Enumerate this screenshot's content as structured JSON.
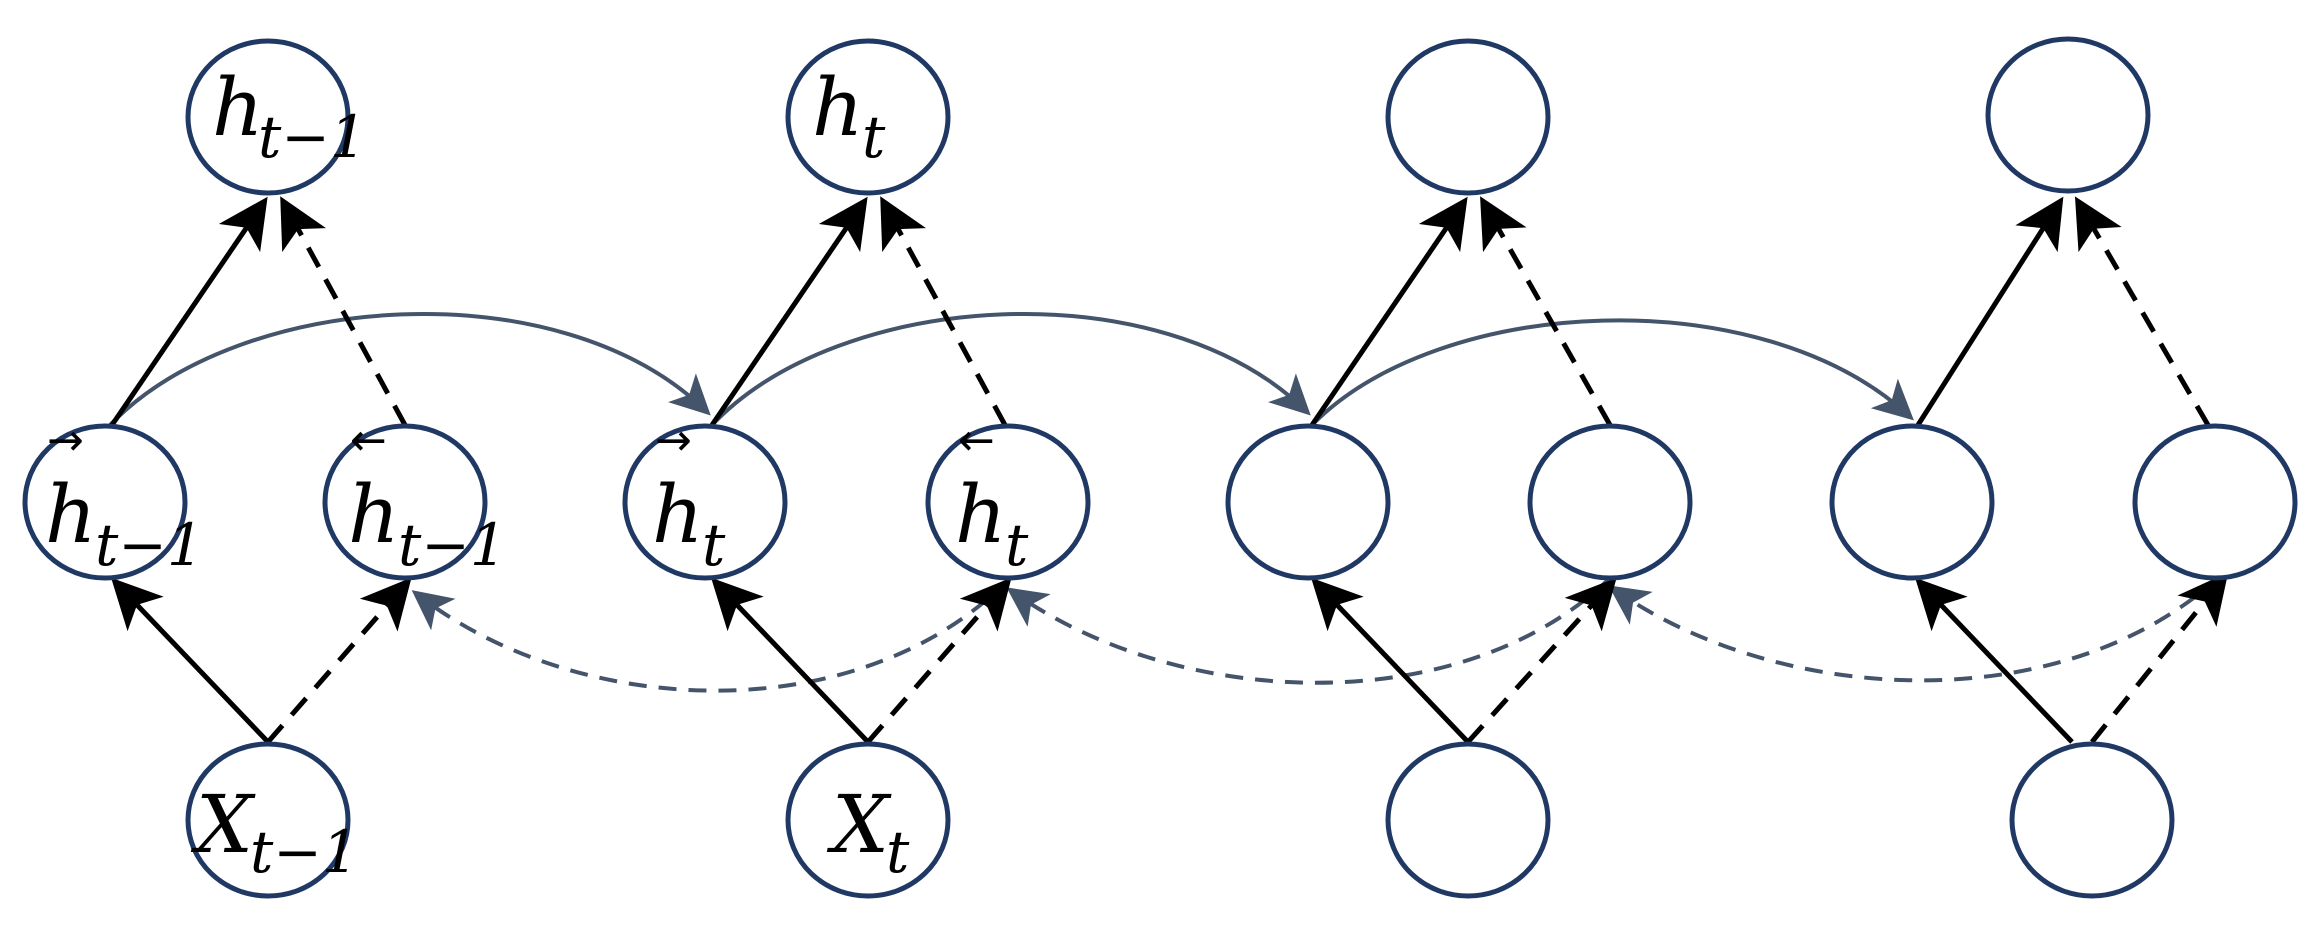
{
  "nodes": {
    "output_prev": {
      "main": "h",
      "sub": "t−1",
      "arrow": ""
    },
    "output_curr": {
      "main": "h",
      "sub": "t",
      "arrow": ""
    },
    "output_3": {
      "main": "",
      "sub": "",
      "arrow": ""
    },
    "output_4": {
      "main": "",
      "sub": "",
      "arrow": ""
    },
    "fwd_prev": {
      "main": "h",
      "sub": "t−1",
      "arrow": "→"
    },
    "bwd_prev": {
      "main": "h",
      "sub": "t−1",
      "arrow": "←"
    },
    "fwd_curr": {
      "main": "h",
      "sub": "t",
      "arrow": "→"
    },
    "bwd_curr": {
      "main": "h",
      "sub": "t",
      "arrow": "←"
    },
    "fwd_3": {
      "main": "",
      "sub": "",
      "arrow": ""
    },
    "bwd_3": {
      "main": "",
      "sub": "",
      "arrow": ""
    },
    "fwd_4": {
      "main": "",
      "sub": "",
      "arrow": ""
    },
    "bwd_4": {
      "main": "",
      "sub": "",
      "arrow": ""
    },
    "input_prev": {
      "main": "X",
      "sub": "t−1",
      "arrow": ""
    },
    "input_curr": {
      "main": "X",
      "sub": "t",
      "arrow": ""
    },
    "input_3": {
      "main": "",
      "sub": "",
      "arrow": ""
    },
    "input_4": {
      "main": "",
      "sub": "",
      "arrow": ""
    }
  },
  "colors": {
    "node_stroke": "#1f3864",
    "edge": "#000000",
    "recurrent_arc": "#44546a"
  }
}
